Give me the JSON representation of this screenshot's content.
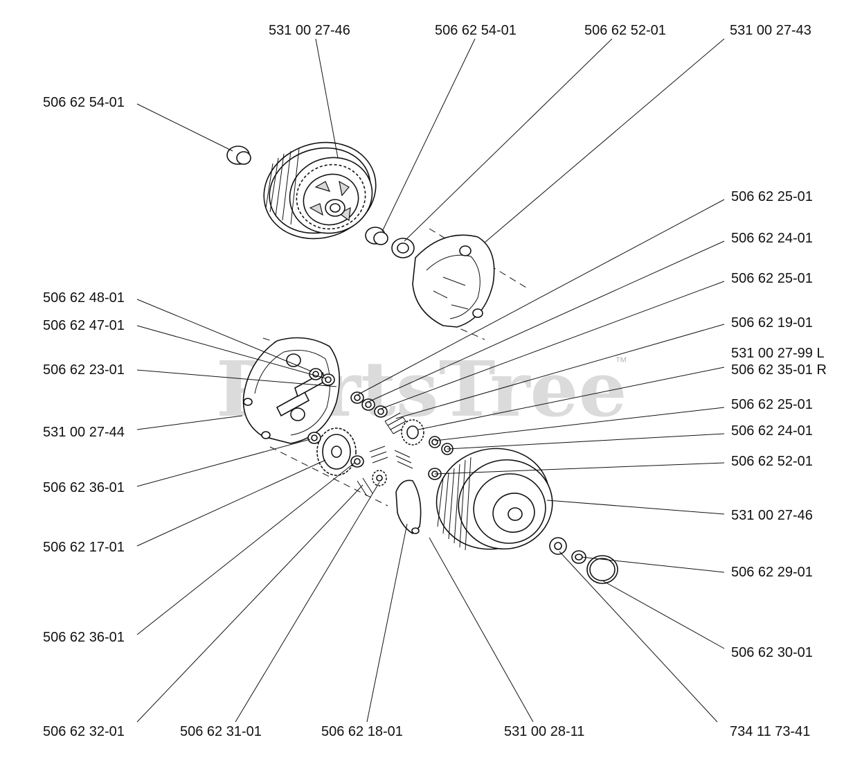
{
  "watermark": {
    "text": "PartsTree",
    "trademark": "™"
  },
  "labels": {
    "top_1": "531 00 27-46",
    "top_2": "506 62 54-01",
    "top_3": "506 62 52-01",
    "top_4": "531 00 27-43",
    "left_1": "506 62 54-01",
    "left_2": "506 62 48-01",
    "left_3": "506 62 47-01",
    "left_4": "506 62 23-01",
    "left_5": "531 00 27-44",
    "left_6": "506 62 36-01",
    "left_7": "506 62 17-01",
    "left_8": "506 62 36-01",
    "right_1": "506 62 25-01",
    "right_2": "506 62 24-01",
    "right_3": "506 62 25-01",
    "right_4": "506 62 19-01",
    "right_5a": "531 00 27-99 L",
    "right_5b": "506 62 35-01 R",
    "right_6": "506 62 25-01",
    "right_7": "506 62 24-01",
    "right_8": "506 62 52-01",
    "right_9": "531 00 27-46",
    "right_10": "506 62 29-01",
    "right_11": "506 62 30-01",
    "bottom_1": "506 62 32-01",
    "bottom_2": "506 62 31-01",
    "bottom_3": "506 62 18-01",
    "bottom_4": "531 00 28-11",
    "bottom_5": "734 11 73-41"
  }
}
